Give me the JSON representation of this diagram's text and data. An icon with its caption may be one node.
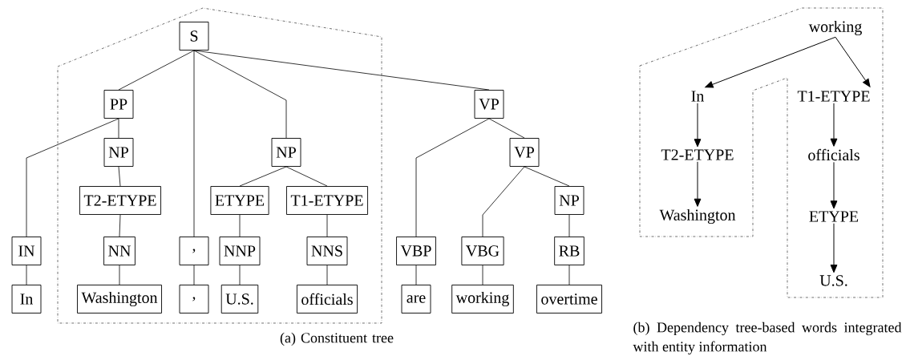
{
  "diagram": {
    "nodes": [
      {
        "text": [
          "S"
        ]
      },
      {
        "text": [
          "PP"
        ]
      },
      {
        "text": [
          "NP"
        ]
      },
      {
        "text": [
          "T2-ETYPE"
        ]
      },
      {
        "text": [
          "NN"
        ]
      },
      {
        "text": [
          "Washington"
        ]
      },
      {
        "text": [
          "IN"
        ]
      },
      {
        "text": [
          "In"
        ]
      },
      {
        "text": [
          ","
        ]
      },
      {
        "text": [
          ","
        ]
      },
      {
        "text": [
          "NP"
        ]
      },
      {
        "text": [
          "ETYPE"
        ]
      },
      {
        "text": [
          "T1-ETYPE"
        ]
      },
      {
        "text": [
          "NNP"
        ]
      },
      {
        "text": [
          "U.S."
        ]
      },
      {
        "text": [
          "NNS"
        ]
      },
      {
        "text": [
          "officials"
        ]
      },
      {
        "text": [
          "VP"
        ]
      },
      {
        "text": [
          "VP"
        ]
      },
      {
        "text": [
          "VBP"
        ]
      },
      {
        "text": [
          "are"
        ]
      },
      {
        "text": [
          "VBG"
        ]
      },
      {
        "text": [
          "working"
        ]
      },
      {
        "text": [
          "NP"
        ]
      },
      {
        "text": [
          "RB"
        ]
      },
      {
        "text": [
          "overtime"
        ]
      },
      {
        "text": [
          "working"
        ]
      },
      {
        "text": [
          "In"
        ]
      },
      {
        "text": [
          "T2-ETYPE"
        ]
      },
      {
        "text": [
          "Washington"
        ]
      },
      {
        "text": [
          "T1-ETYPE"
        ]
      },
      {
        "text": [
          "officials"
        ]
      },
      {
        "text": [
          "ETYPE"
        ]
      },
      {
        "text": [
          "U.S."
        ]
      }
    ],
    "edges": [
      {
        "from": 0,
        "to": 1,
        "arrow": "none"
      },
      {
        "from": 0,
        "to": 8,
        "arrow": "none"
      },
      {
        "from": 0,
        "to": 10,
        "arrow": "none"
      },
      {
        "from": 0,
        "to": 17,
        "arrow": "none"
      },
      {
        "from": 1,
        "to": 6,
        "arrow": "none"
      },
      {
        "from": 1,
        "to": 2,
        "arrow": "none"
      },
      {
        "from": 2,
        "to": 3,
        "arrow": "none"
      },
      {
        "from": 3,
        "to": 4,
        "arrow": "none"
      },
      {
        "from": 4,
        "to": 5,
        "arrow": "none"
      },
      {
        "from": 6,
        "to": 7,
        "arrow": "none"
      },
      {
        "from": 8,
        "to": 9,
        "arrow": "none"
      },
      {
        "from": 10,
        "to": 11,
        "arrow": "none"
      },
      {
        "from": 10,
        "to": 12,
        "arrow": "none"
      },
      {
        "from": 11,
        "to": 13,
        "arrow": "none"
      },
      {
        "from": 13,
        "to": 14,
        "arrow": "none"
      },
      {
        "from": 12,
        "to": 15,
        "arrow": "none"
      },
      {
        "from": 15,
        "to": 16,
        "arrow": "none"
      },
      {
        "from": 17,
        "to": 19,
        "arrow": "none"
      },
      {
        "from": 17,
        "to": 18,
        "arrow": "none"
      },
      {
        "from": 19,
        "to": 20,
        "arrow": "none"
      },
      {
        "from": 18,
        "to": 21,
        "arrow": "none"
      },
      {
        "from": 18,
        "to": 23,
        "arrow": "none"
      },
      {
        "from": 21,
        "to": 22,
        "arrow": "none"
      },
      {
        "from": 23,
        "to": 24,
        "arrow": "none"
      },
      {
        "from": 24,
        "to": 25,
        "arrow": "none"
      },
      {
        "from": 26,
        "to": 27,
        "arrow": "to"
      },
      {
        "from": 26,
        "to": 30,
        "arrow": "to"
      },
      {
        "from": 27,
        "to": 28,
        "arrow": "to"
      },
      {
        "from": 28,
        "to": 29,
        "arrow": "to"
      },
      {
        "from": 30,
        "to": 31,
        "arrow": "to"
      },
      {
        "from": 31,
        "to": 32,
        "arrow": "to"
      },
      {
        "from": 32,
        "to": 33,
        "arrow": "to"
      }
    ],
    "labels": [
      "(a)  Constituent tree",
      "(b)  Dependency tree-based words integrated with entity information"
    ]
  }
}
